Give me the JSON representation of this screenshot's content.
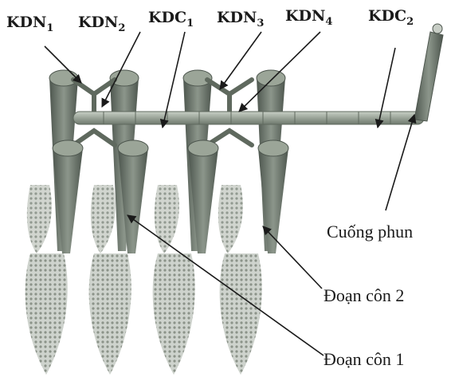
{
  "labels": {
    "kdn1": {
      "main": "KDN",
      "sub": "1"
    },
    "kdn2": {
      "main": "KDN",
      "sub": "2"
    },
    "kdc1": {
      "main": "KDC",
      "sub": "1"
    },
    "kdn3": {
      "main": "KDN",
      "sub": "3"
    },
    "kdn4": {
      "main": "KDN",
      "sub": "4"
    },
    "kdc2": {
      "main": "KDC",
      "sub": "2"
    },
    "cuong_phun": "Cuống phun",
    "doan_con_2": "Đoạn côn 2",
    "doan_con_1": "Đoạn côn 1"
  },
  "colors": {
    "cone_dark": "#6f7a70",
    "cone_light": "#b4bcb2",
    "pipe": "#a9b2a7",
    "mesh": "#9ea69c",
    "ink": "#1a1a1a"
  }
}
